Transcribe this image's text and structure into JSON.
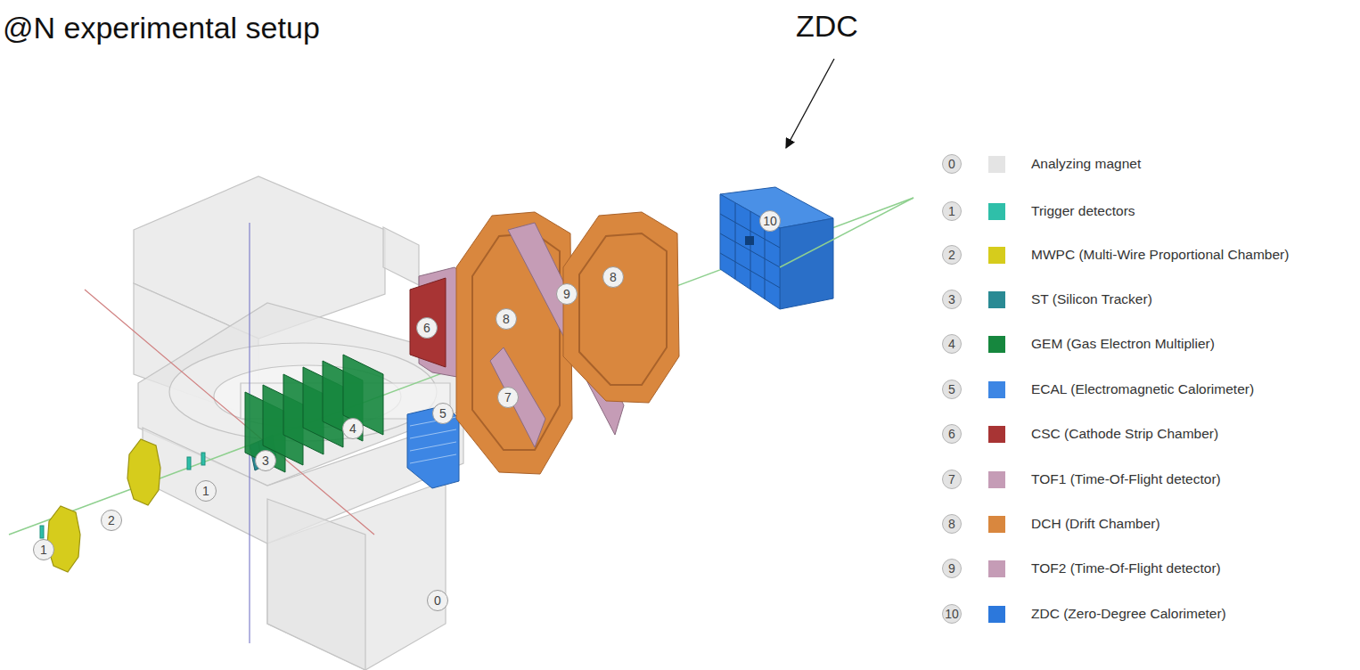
{
  "diagram": {
    "title": "@N experimental setup",
    "labels": [
      "ZDC",
      "1",
      "2",
      "1",
      "3",
      "4",
      "5",
      "6",
      "8",
      "7",
      "9",
      "8",
      "10",
      "0",
      "0",
      "1",
      "2",
      "3",
      "4",
      "5",
      "6",
      "7",
      "8",
      "9",
      "10"
    ],
    "legend": [
      {
        "text": "Analyzing magnet",
        "color": "#e4e4e4"
      },
      {
        "text": "Trigger detectors",
        "color": "#2fbfa9"
      },
      {
        "text": "MWPC (Multi-Wire Proportional Chamber)",
        "color": "#d6cc1c"
      },
      {
        "text": "ST (Silicon Tracker)",
        "color": "#2a8a94"
      },
      {
        "text": "GEM (Gas Electron Multiplier)",
        "color": "#16873e"
      },
      {
        "text": "ECAL (Electromagnetic Calorimeter)",
        "color": "#3d86e4"
      },
      {
        "text": "CSC (Cathode Strip Chamber)",
        "color": "#a83434"
      },
      {
        "text": "TOF1 (Time-Of-Flight detector)",
        "color": "#c59cb6"
      },
      {
        "text": "DCH (Drift Chamber)",
        "color": "#d9873e"
      },
      {
        "text": "TOF2 (Time-Of-Flight detector)",
        "color": "#c59cb6"
      },
      {
        "text": "ZDC (Zero-Degree Calorimeter)",
        "color": "#2c78dc"
      }
    ]
  }
}
